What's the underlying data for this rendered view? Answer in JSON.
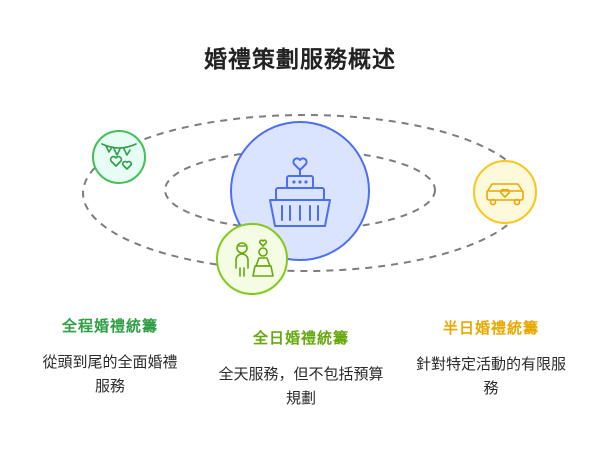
{
  "title": "婚禮策劃服務概述",
  "colors": {
    "center_fill": "#dbe4ff",
    "center_stroke": "#4c6ef5",
    "full_process_fill": "#e6fcf5",
    "full_process_stroke": "#40c057",
    "full_day_fill": "#f4fce3",
    "full_day_stroke": "#82c91e",
    "half_day_fill": "#fff9db",
    "half_day_stroke": "#fcc419",
    "orbit": "#7d7d7d"
  },
  "services": [
    {
      "heading": "全程婚禮統籌",
      "desc": "從頭到尾的全面婚禮服務",
      "icon": "hearts-bunting-icon"
    },
    {
      "heading": "全日婚禮統籌",
      "desc": "全天服務，但不包括預算規劃",
      "icon": "bride-groom-icon"
    },
    {
      "heading": "半日婚禮統籌",
      "desc": "針對特定活動的有限服務",
      "icon": "wedding-car-icon"
    }
  ],
  "center_icon": "wedding-cake-icon"
}
